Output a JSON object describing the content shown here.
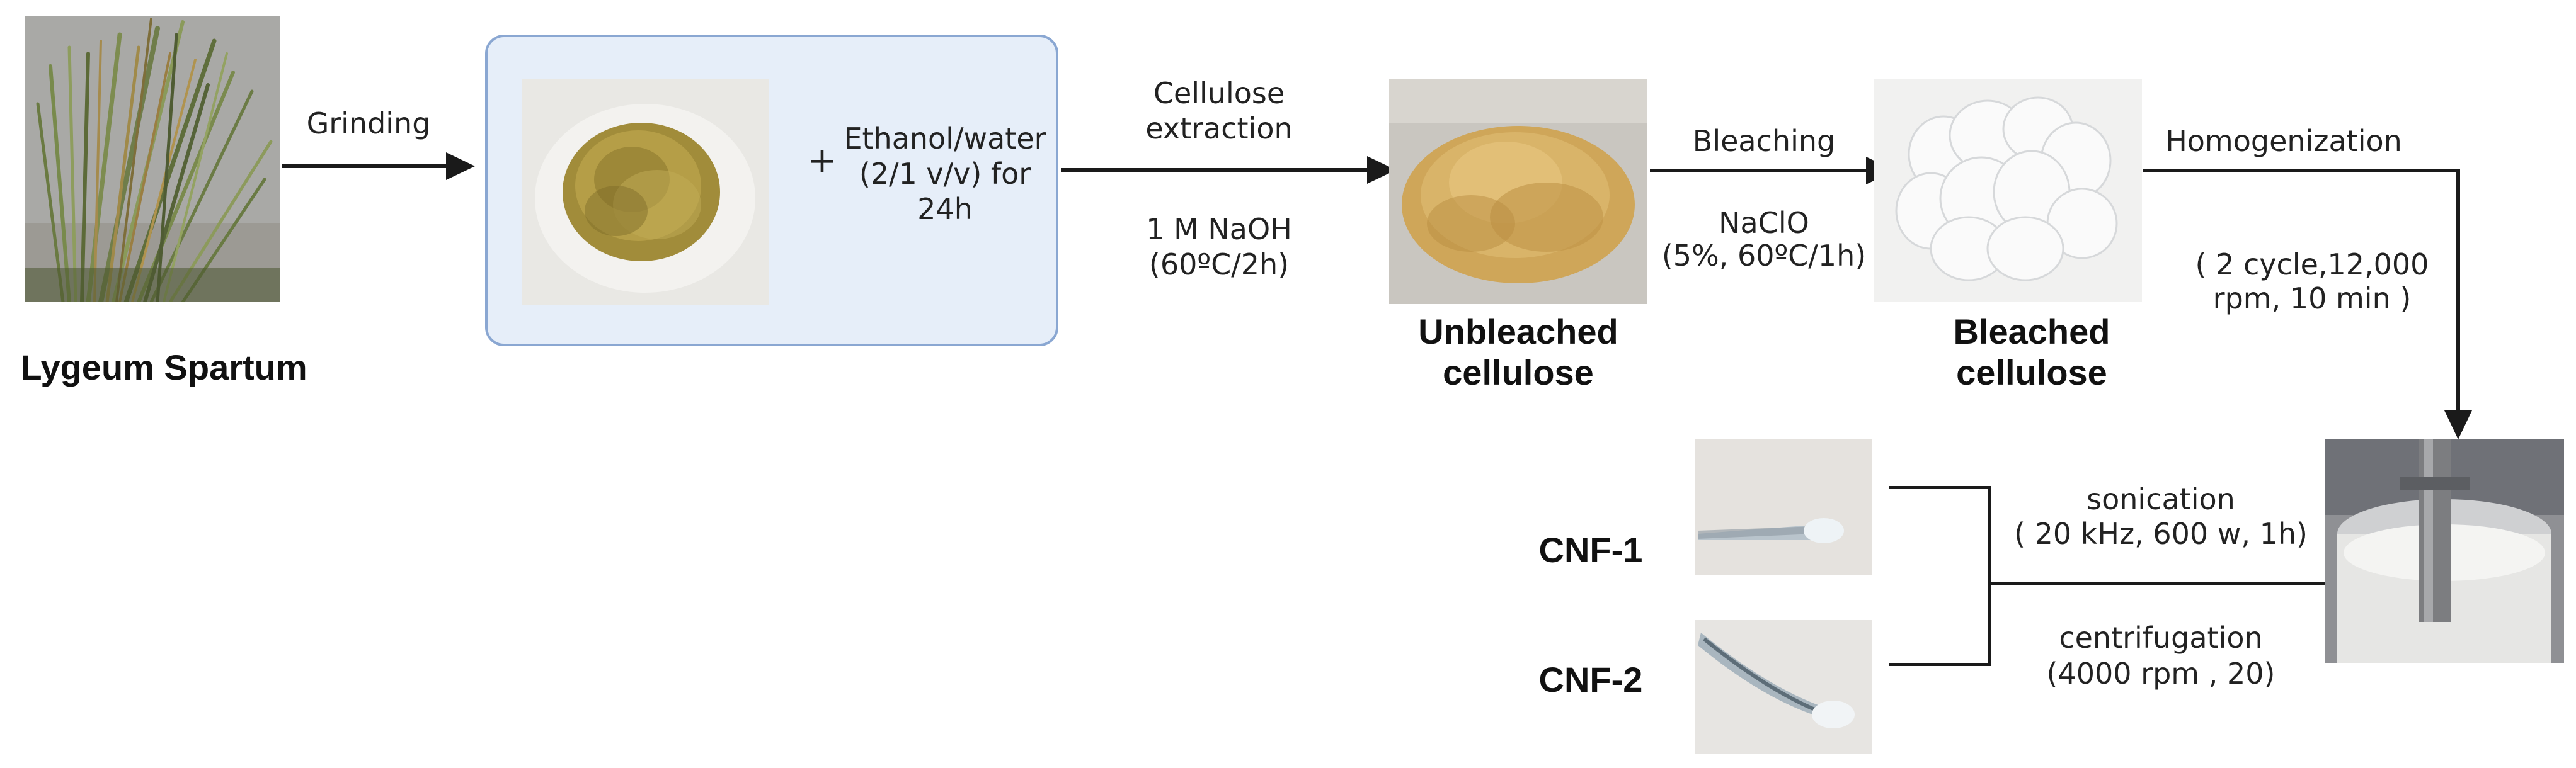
{
  "labels": {
    "source": "Lygeum Spartum",
    "unbleached": [
      "Unbleached",
      "cellulose"
    ],
    "bleached": [
      "Bleached",
      "cellulose"
    ],
    "cnf1": "CNF-1",
    "cnf2": "CNF-2"
  },
  "steps": {
    "grinding": "Grinding",
    "plus": "+",
    "ethanol": [
      "Ethanol/water",
      "(2/1 v/v) for",
      "24h"
    ],
    "cellulose_extraction": [
      "Cellulose",
      "extraction"
    ],
    "naoh": [
      "1 M NaOH",
      "(60ºC/2h)"
    ],
    "bleaching": "Bleaching",
    "naclo": [
      "NaClO",
      "(5%, 60ºC/1h)"
    ],
    "homogenization": "Homogenization",
    "homog_params": [
      "( 2 cycle,12,000",
      "rpm, 10 min )"
    ],
    "sonication": [
      "sonication",
      "( 20 kHz, 600 w, 1h)"
    ],
    "centrifugation": [
      "centrifugation",
      "(4000 rpm , 20)"
    ]
  },
  "colors": {
    "panel_fill": "#e6eef9",
    "panel_border": "#8aa7d2",
    "arrow": "#1a1a1a"
  }
}
